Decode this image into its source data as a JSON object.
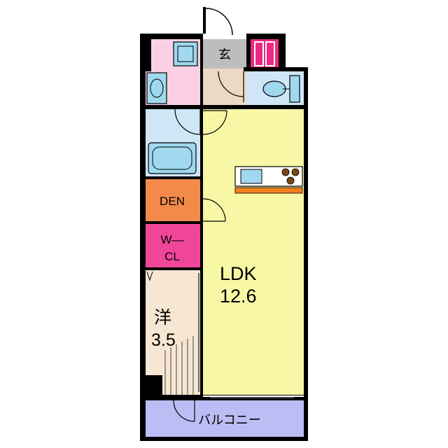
{
  "rooms": {
    "entrance": {
      "label": "玄",
      "color": "#bdbdbd"
    },
    "den": {
      "label": "DEN",
      "color": "#f28a4a"
    },
    "wcl": {
      "label_line1": "W—",
      "label_line2": "CL",
      "color": "#f0469a"
    },
    "ldk": {
      "label": "LDK",
      "size": "12.6",
      "color": "#f7f7a6"
    },
    "western": {
      "label": "洋",
      "size": "3.5",
      "color": "#f7e6d2"
    },
    "balcony": {
      "label": "バルコニー",
      "color": "#bdbdf5"
    },
    "bath": {
      "color": "#cfe6f7"
    },
    "washroom": {
      "color": "#fbd0e4"
    },
    "toilet": {
      "color": "#cfe6f7"
    },
    "shoe_storage": {
      "color": "#ea2a82"
    }
  },
  "colors": {
    "wall": "#000000",
    "fixture": "#9fd8ef",
    "kitchen_counter": "#f2801f",
    "stove_burner": "#7a4a12"
  },
  "icons": [
    "door-swing-icon",
    "washbasin-icon",
    "toilet-icon",
    "bathtub-icon",
    "sink-icon",
    "stove-icon"
  ]
}
